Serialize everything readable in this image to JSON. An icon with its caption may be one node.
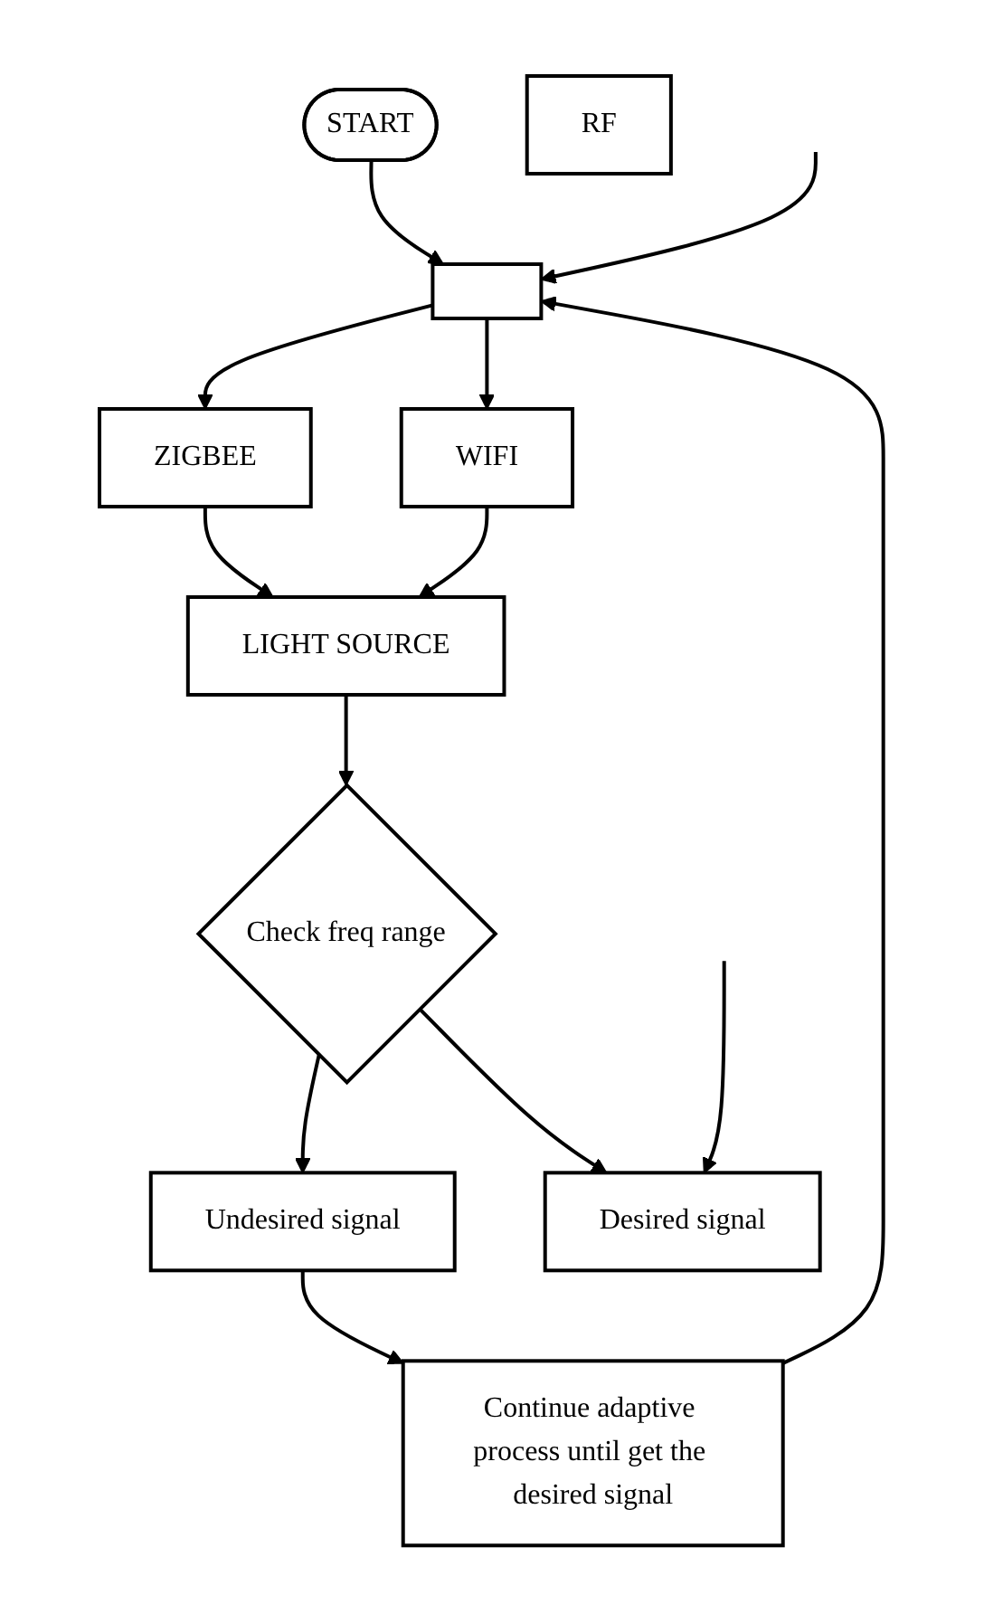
{
  "diagram": {
    "nodes": [
      {
        "text": [
          "START"
        ]
      },
      {
        "text": [],
        "shape": "box"
      },
      {
        "text": [
          "ZIGBEE"
        ]
      },
      {
        "text": [
          "RF"
        ]
      },
      {
        "text": [
          "WIFI"
        ]
      },
      {
        "text": [
          "LIGHT SOURCE"
        ]
      },
      {
        "text": [
          "Check freq range"
        ]
      },
      {
        "text": [
          "Undesired signal"
        ]
      },
      {
        "text": [
          "Continue adaptive process until get the desired signal"
        ]
      },
      {
        "text": [
          "Desired signal"
        ]
      }
    ],
    "edges": [
      {
        "from": 0,
        "to": 1,
        "arrow": "to"
      },
      {
        "from": 1,
        "to": 2,
        "arrow": "to"
      },
      {
        "from": 1,
        "to": 4,
        "arrow": "to"
      },
      {
        "from": 2,
        "to": 5,
        "arrow": "to"
      },
      {
        "from": 4,
        "to": 5,
        "arrow": "to"
      },
      {
        "from": 5,
        "to": 6,
        "arrow": "to"
      },
      {
        "from": 6,
        "to": 7,
        "arrow": "to"
      },
      {
        "from": 7,
        "to": 8,
        "arrow": "to"
      },
      {
        "from": 8,
        "to": 1,
        "arrow": "to"
      },
      {
        "from": 6,
        "to": 9,
        "arrow": "to"
      },
      {
        "from": null,
        "to": 1,
        "arrow": "to"
      },
      {
        "from": null,
        "to": 9,
        "arrow": "to"
      }
    ]
  }
}
